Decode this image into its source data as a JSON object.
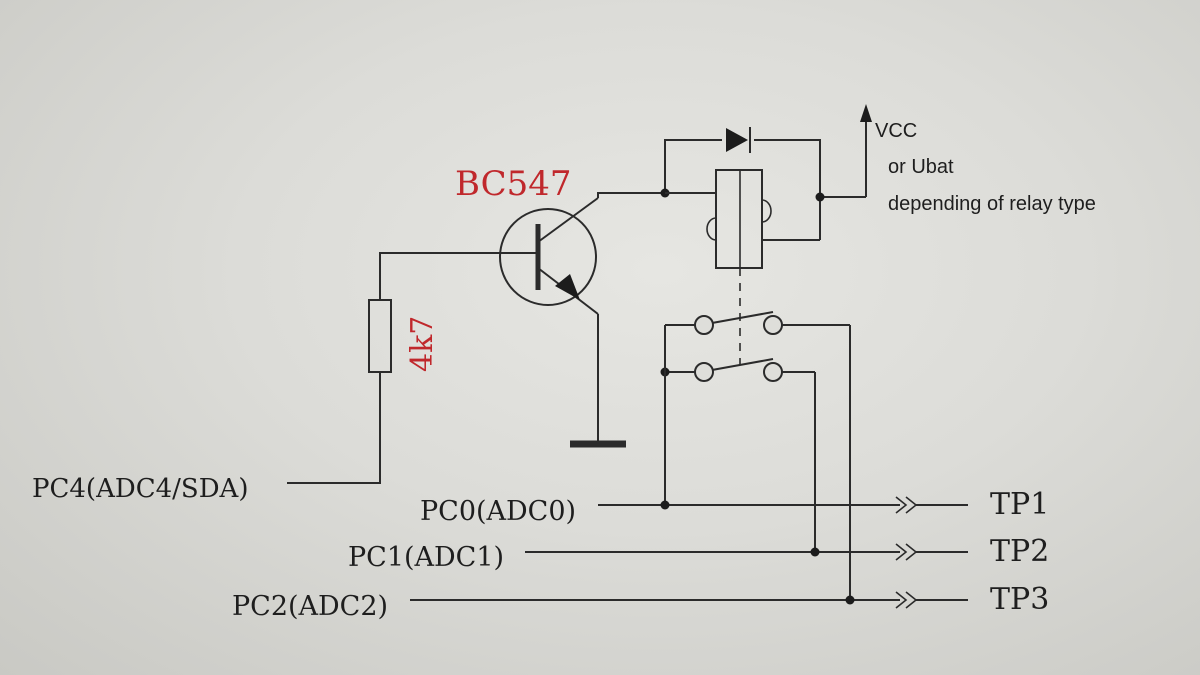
{
  "labels": {
    "transistor": "BC547",
    "resistor": "4k7",
    "vcc": "VCC",
    "supply_note_1": "or Ubat",
    "supply_note_2": "depending of relay type",
    "pin_sda": "PC4(ADC4/SDA)",
    "pin_adc0": "PC0(ADC0)",
    "pin_adc1": "PC1(ADC1)",
    "pin_adc2": "PC2(ADC2)",
    "tp1": "TP1",
    "tp2": "TP2",
    "tp3": "TP3"
  },
  "colors": {
    "line": "#2b2b2b",
    "label_accent": "#c0282c"
  }
}
